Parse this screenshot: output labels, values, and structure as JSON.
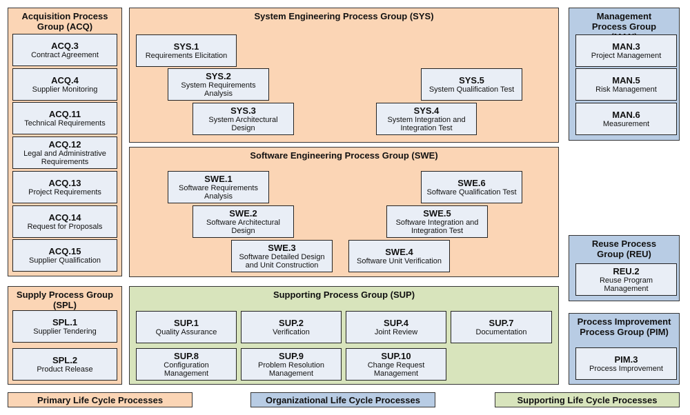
{
  "groups": {
    "acq": {
      "title": "Acquisition Process Group (ACQ)"
    },
    "sys": {
      "title": "System Engineering Process Group (SYS)"
    },
    "swe": {
      "title": "Software Engineering Process Group (SWE)"
    },
    "man": {
      "title": "Management Process Group (MAN)"
    },
    "reu": {
      "title": "Reuse Process Group (REU)"
    },
    "pim": {
      "title": "Process Improvement Process Group (PIM)"
    },
    "spl": {
      "title": "Supply Process Group (SPL)"
    },
    "supg": {
      "title": "Supporting Process Group (SUP)"
    }
  },
  "processes": {
    "acq3": {
      "id": "ACQ.3",
      "name": "Contract Agreement"
    },
    "acq4": {
      "id": "ACQ.4",
      "name": "Supplier Monitoring"
    },
    "acq11": {
      "id": "ACQ.11",
      "name": "Technical Requirements"
    },
    "acq12": {
      "id": "ACQ.12",
      "name": "Legal and Administrative Requirements"
    },
    "acq13": {
      "id": "ACQ.13",
      "name": "Project Requirements"
    },
    "acq14": {
      "id": "ACQ.14",
      "name": "Request for Proposals"
    },
    "acq15": {
      "id": "ACQ.15",
      "name": "Supplier Qualification"
    },
    "sys1": {
      "id": "SYS.1",
      "name": "Requirements Elicitation"
    },
    "sys2": {
      "id": "SYS.2",
      "name": "System Requirements Analysis"
    },
    "sys3": {
      "id": "SYS.3",
      "name": "System Architectural Design"
    },
    "sys4": {
      "id": "SYS.4",
      "name": "System Integration and Integration Test"
    },
    "sys5": {
      "id": "SYS.5",
      "name": "System Qualification Test"
    },
    "swe1": {
      "id": "SWE.1",
      "name": "Software Requirements Analysis"
    },
    "swe2": {
      "id": "SWE.2",
      "name": "Software Architectural Design"
    },
    "swe3": {
      "id": "SWE.3",
      "name": "Software Detailed Design and Unit Construction"
    },
    "swe4": {
      "id": "SWE.4",
      "name": "Software Unit Verification"
    },
    "swe5": {
      "id": "SWE.5",
      "name": "Software Integration and Integration Test"
    },
    "swe6": {
      "id": "SWE.6",
      "name": "Software Qualification Test"
    },
    "man3": {
      "id": "MAN.3",
      "name": "Project Management"
    },
    "man5": {
      "id": "MAN.5",
      "name": "Risk Management"
    },
    "man6": {
      "id": "MAN.6",
      "name": "Measurement"
    },
    "reu2": {
      "id": "REU.2",
      "name": "Reuse Program Management"
    },
    "pim3": {
      "id": "PIM.3",
      "name": "Process Improvement"
    },
    "spl1": {
      "id": "SPL.1",
      "name": "Supplier Tendering"
    },
    "spl2": {
      "id": "SPL.2",
      "name": "Product Release"
    },
    "sup1": {
      "id": "SUP.1",
      "name": "Quality Assurance"
    },
    "sup2": {
      "id": "SUP.2",
      "name": "Verification"
    },
    "sup4": {
      "id": "SUP.4",
      "name": "Joint Review"
    },
    "sup7": {
      "id": "SUP.7",
      "name": "Documentation"
    },
    "sup8": {
      "id": "SUP.8",
      "name": "Configuration Management"
    },
    "sup9": {
      "id": "SUP.9",
      "name": "Problem Resolution Management"
    },
    "sup10": {
      "id": "SUP.10",
      "name": "Change Request Management"
    }
  },
  "legend": {
    "primary": "Primary Life Cycle Processes",
    "organizational": "Organizational Life Cycle Processes",
    "supporting": "Supporting Life Cycle Processes"
  },
  "colors": {
    "primary": "#fbd5b5",
    "organizational": "#b8cce4",
    "supporting": "#d8e4bc",
    "process_box": "#e9eef6"
  }
}
